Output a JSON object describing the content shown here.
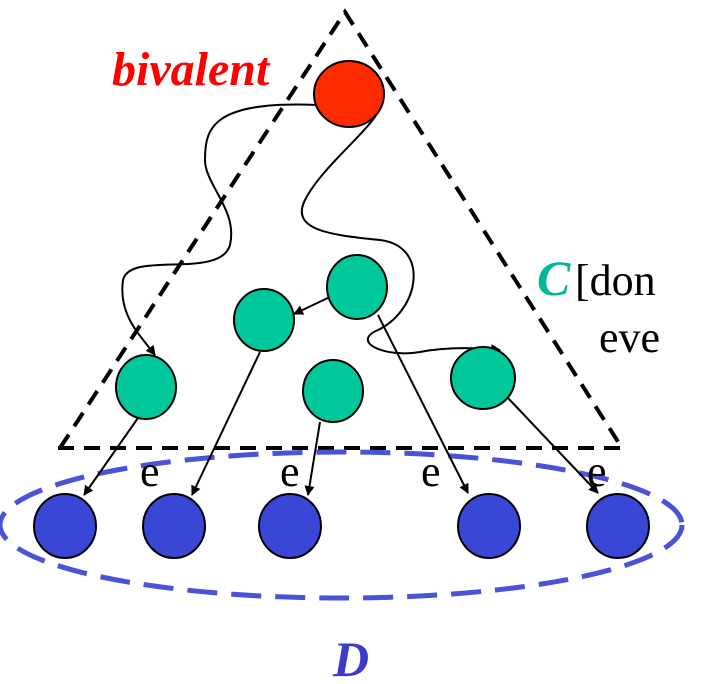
{
  "labels": {
    "bivalent": "bivalent",
    "c_set": "C",
    "c_text_line1": "[don",
    "c_text_line2": "eve",
    "d_set": "D",
    "event": "e"
  },
  "colors": {
    "bivalent_node": "#ff2a00",
    "c_nodes": "#00c89a",
    "d_nodes": "#3a46d6",
    "d_dashed_outline": "#4a52d8",
    "bivalent_text": "#ff0000",
    "c_label": "#00b894",
    "d_label": "#3c3cc8",
    "lines": "#000000"
  }
}
